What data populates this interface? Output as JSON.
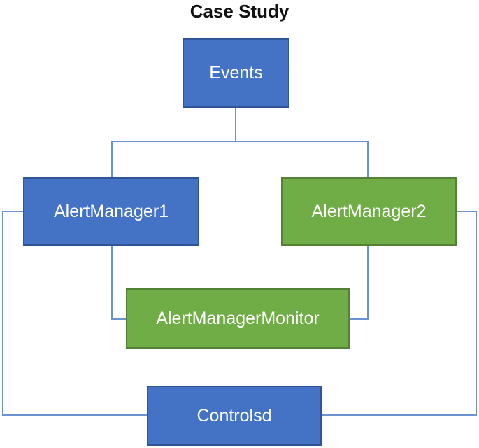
{
  "title": "Case Study",
  "colors": {
    "blue_fill": "#4472C4",
    "blue_border": "#2F5597",
    "green_fill": "#70AD47",
    "green_border": "#538135",
    "connector": "#6D92D1",
    "node_text": "#FFFFFF",
    "title_text": "#111111"
  },
  "nodes": {
    "events": {
      "label": "Events",
      "color": "blue"
    },
    "alertmanager1": {
      "label": "AlertManager1",
      "color": "blue"
    },
    "alertmanager2": {
      "label": "AlertManager2",
      "color": "green"
    },
    "alertmanagermonitor": {
      "label": "AlertManagerMonitor",
      "color": "green"
    },
    "controlsd": {
      "label": "Controlsd",
      "color": "blue"
    }
  },
  "edges": [
    {
      "from": "Events",
      "to": "AlertManager1"
    },
    {
      "from": "Events",
      "to": "AlertManager2"
    },
    {
      "from": "AlertManager1",
      "to": "AlertManagerMonitor"
    },
    {
      "from": "AlertManager2",
      "to": "AlertManagerMonitor"
    },
    {
      "from": "AlertManager1",
      "to": "Controlsd"
    },
    {
      "from": "AlertManager2",
      "to": "Controlsd"
    }
  ]
}
